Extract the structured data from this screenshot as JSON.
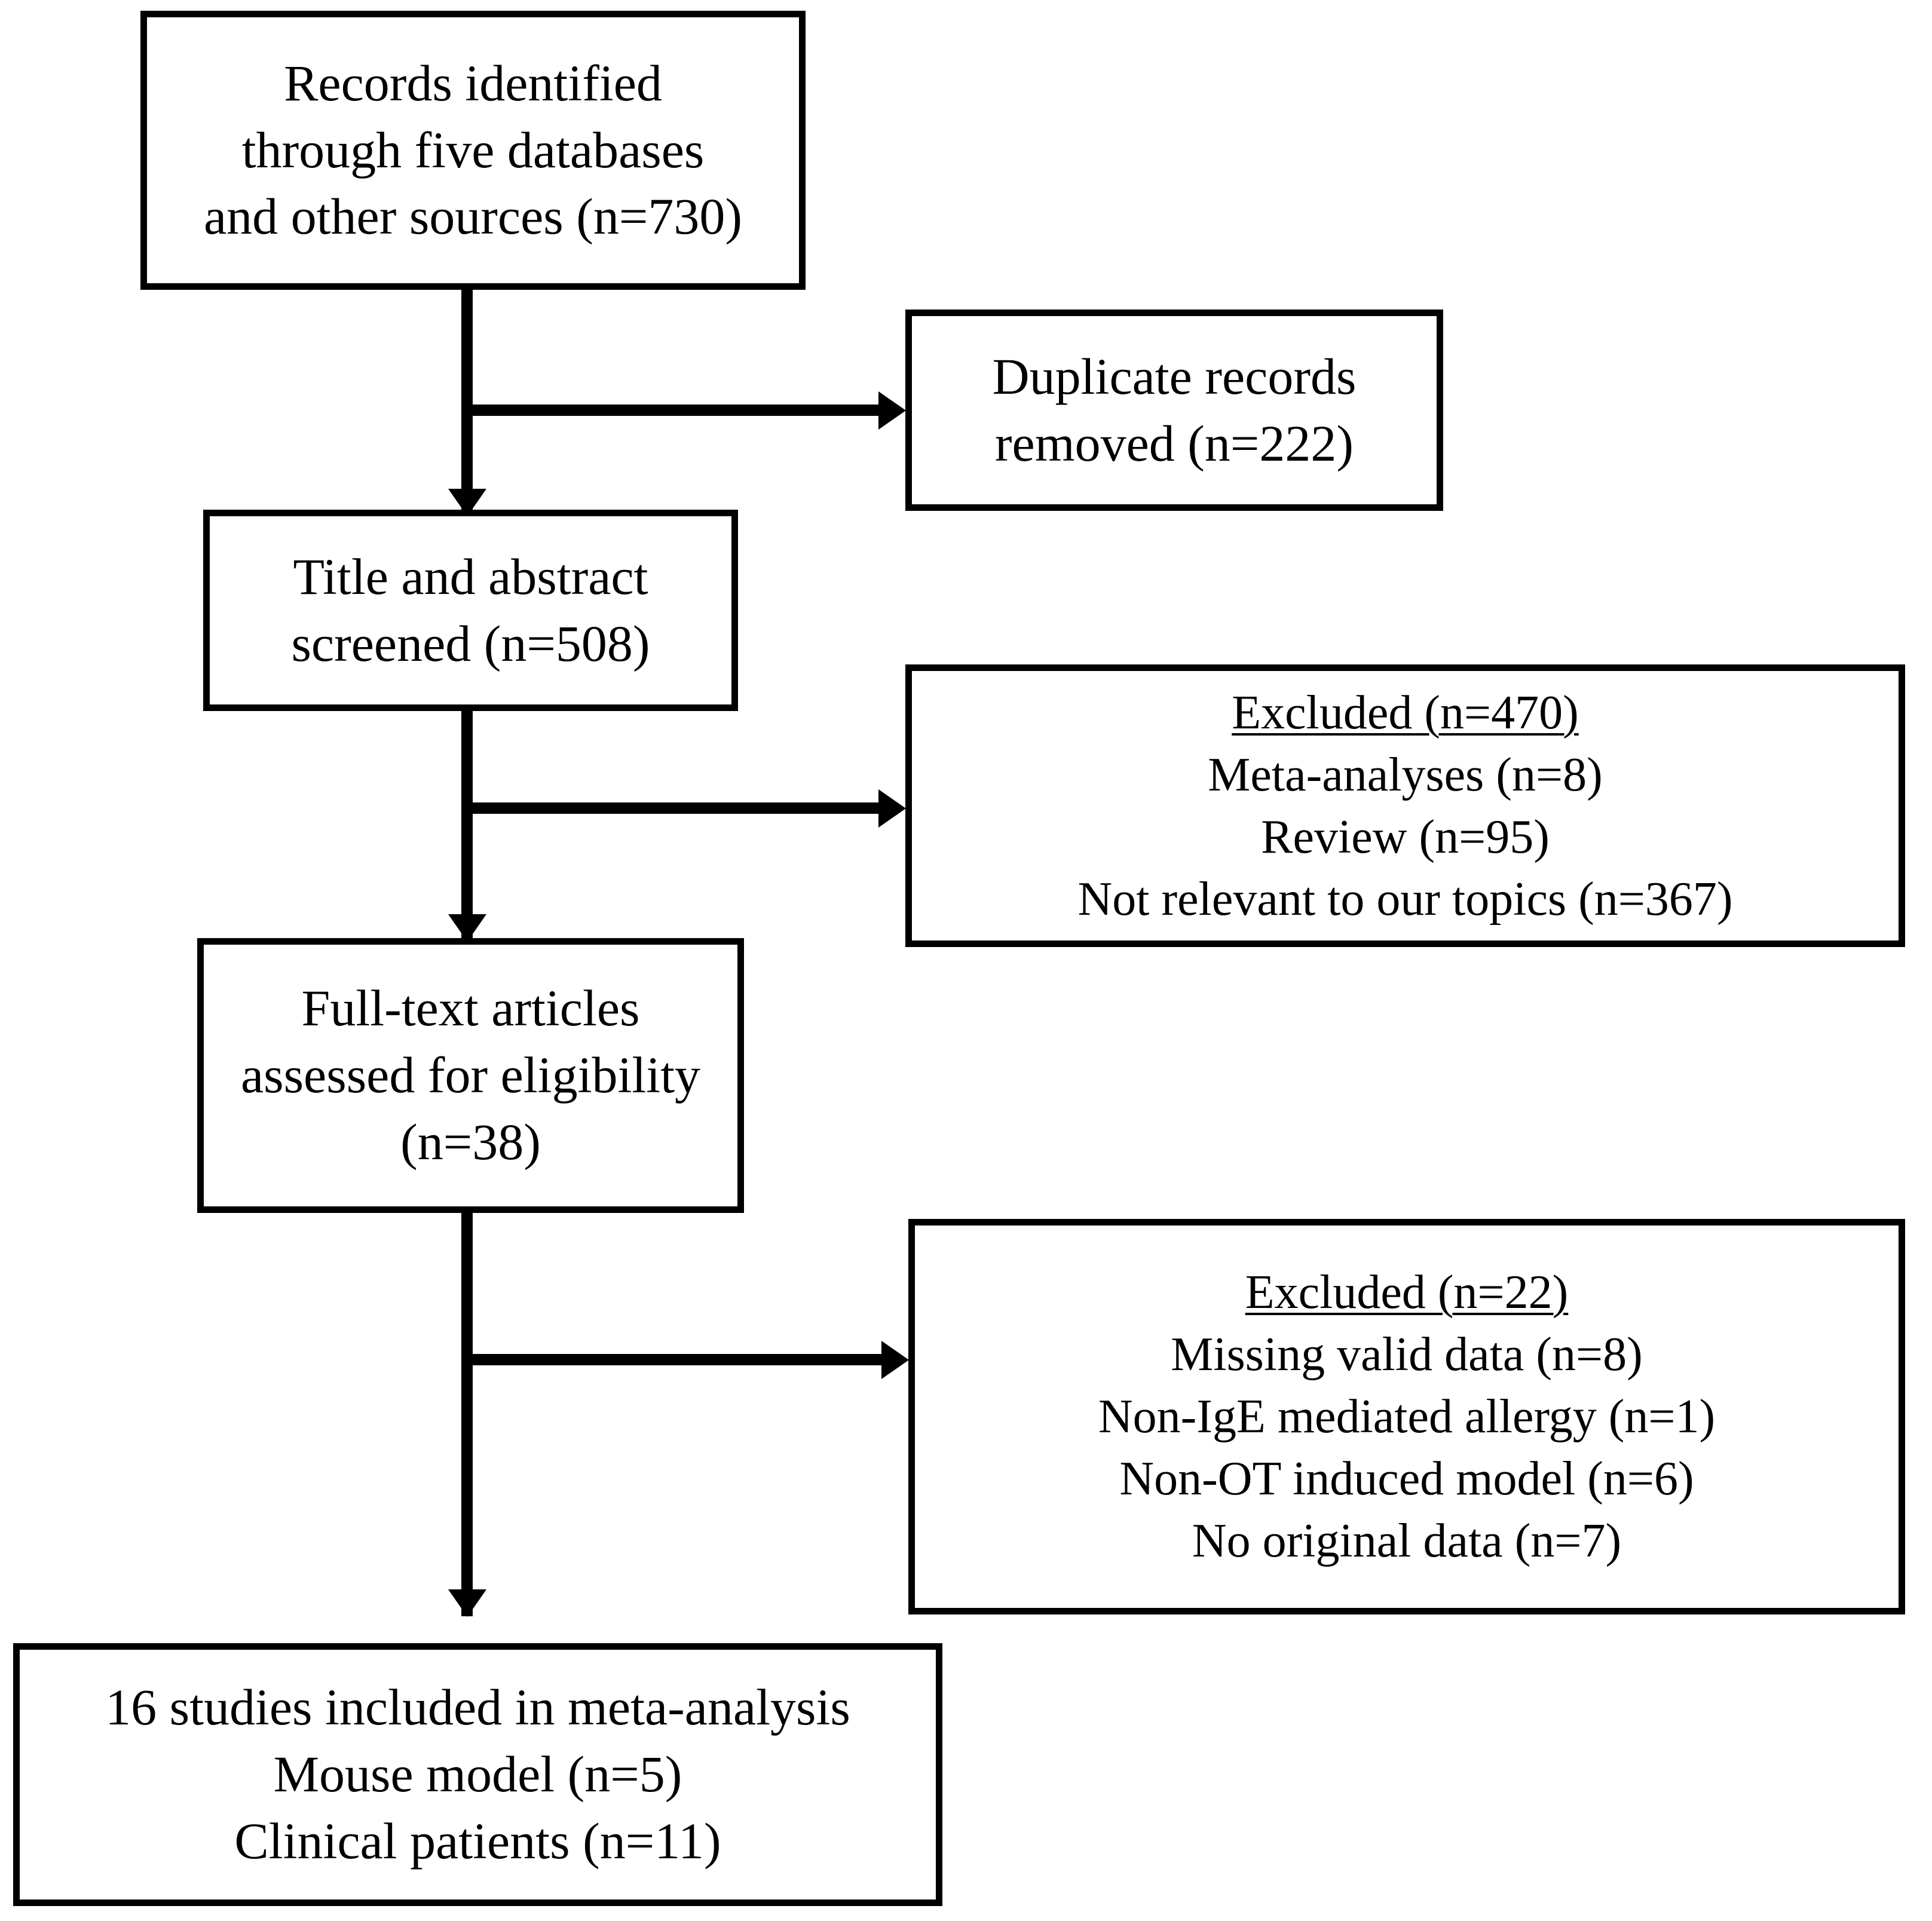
{
  "diagram": {
    "title": "PRISMA study selection flow diagram",
    "type": "flowchart",
    "stroke_color": "#000000",
    "background_color": "#ffffff"
  },
  "boxes": {
    "identified": {
      "name": "records-identified",
      "lines": [
        "Records identified",
        "through five databases",
        "and other sources (n=730)"
      ],
      "count": 730
    },
    "duplicates": {
      "name": "duplicate-records-removed",
      "lines": [
        "Duplicate records",
        "removed (n=222)"
      ],
      "count": 222
    },
    "screened": {
      "name": "title-abstract-screened",
      "lines": [
        "Title and abstract",
        "screened (n=508)"
      ],
      "count": 508
    },
    "excluded_screening": {
      "name": "excluded-after-screening",
      "heading": "Excluded (n=470)",
      "count": 470,
      "reasons": [
        "Meta-analyses (n=8)",
        "Review (n=95)",
        "Not relevant to our topics (n=367)"
      ]
    },
    "fulltext": {
      "name": "full-text-assessed",
      "lines": [
        "Full-text articles",
        "assessed for eligibility",
        "(n=38)"
      ],
      "count": 38
    },
    "excluded_fulltext": {
      "name": "excluded-after-fulltext",
      "heading": "Excluded (n=22)",
      "count": 22,
      "reasons": [
        "Missing valid data (n=8)",
        "Non-IgE mediated allergy (n=1)",
        "Non-OT induced model (n=6)",
        "No original data (n=7)"
      ]
    },
    "included": {
      "name": "studies-included",
      "lines": [
        "16 studies included in meta-analysis",
        "Mouse model (n=5)",
        "Clinical patients (n=11)"
      ],
      "count": 16
    }
  },
  "chart_data": {
    "type": "flowchart",
    "title": "PRISMA study selection flow diagram",
    "nodes": [
      {
        "id": "identified",
        "label": "Records identified through five databases and other sources (n=730)",
        "n": 730
      },
      {
        "id": "duplicates",
        "label": "Duplicate records removed (n=222)",
        "n": 222
      },
      {
        "id": "screened",
        "label": "Title and abstract screened (n=508)",
        "n": 508
      },
      {
        "id": "excluded_screening",
        "label": "Excluded (n=470)",
        "n": 470,
        "breakdown": [
          {
            "reason": "Meta-analyses",
            "n": 8
          },
          {
            "reason": "Review",
            "n": 95
          },
          {
            "reason": "Not relevant to our topics",
            "n": 367
          }
        ]
      },
      {
        "id": "fulltext",
        "label": "Full-text articles assessed for eligibility (n=38)",
        "n": 38
      },
      {
        "id": "excluded_fulltext",
        "label": "Excluded (n=22)",
        "n": 22,
        "breakdown": [
          {
            "reason": "Missing valid data",
            "n": 8
          },
          {
            "reason": "Non-IgE mediated allergy",
            "n": 1
          },
          {
            "reason": "Non-OT induced model",
            "n": 6
          },
          {
            "reason": "No original data",
            "n": 7
          }
        ]
      },
      {
        "id": "included",
        "label": "16 studies included in meta-analysis",
        "n": 16,
        "breakdown": [
          {
            "reason": "Mouse model",
            "n": 5
          },
          {
            "reason": "Clinical patients",
            "n": 11
          }
        ]
      }
    ],
    "edges": [
      {
        "from": "identified",
        "to": "duplicates",
        "direction": "right"
      },
      {
        "from": "identified",
        "to": "screened",
        "direction": "down"
      },
      {
        "from": "screened",
        "to": "excluded_screening",
        "direction": "right"
      },
      {
        "from": "screened",
        "to": "fulltext",
        "direction": "down"
      },
      {
        "from": "fulltext",
        "to": "excluded_fulltext",
        "direction": "right"
      },
      {
        "from": "fulltext",
        "to": "included",
        "direction": "down"
      }
    ]
  }
}
